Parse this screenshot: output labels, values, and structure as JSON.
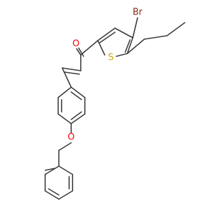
{
  "molecule": {
    "atoms": {
      "bromine": {
        "label": "Br",
        "color": "#8b2a14"
      },
      "oxygen_carbonyl": {
        "label": "O",
        "color": "#ff0000"
      },
      "sulfur": {
        "label": "S",
        "color": "#c8a800"
      },
      "oxygen_ether": {
        "label": "O",
        "color": "#ff0000"
      }
    },
    "bond_color": "#3a3a3a"
  }
}
